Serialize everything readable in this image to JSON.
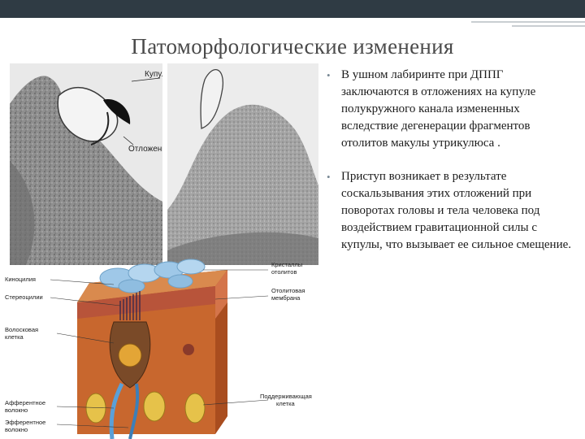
{
  "slide": {
    "title": "Патоморфологические изменения",
    "bullets": [
      "В ушном лабиринте при ДППГ заключаются в отложениях на купуле полукружного канала измененных вследствие дегенерации фрагментов отолитов макулы утрикулюса .",
      "Приступ возникает в результате соскальзывания этих отложений при поворотах головы и тела человека под воздействием гравитационной силы с купулы, что вызывает ее сильное смещение."
    ],
    "bullet_marker": "•"
  },
  "photo": {
    "labels": {
      "cupula": "Купула",
      "deposits": "Отложения"
    }
  },
  "diagram": {
    "labels": {
      "kinocilia": "Киноцилия",
      "stereocilia": "Стереоцилии",
      "hair_cell_1": "Волосковая",
      "hair_cell_2": "клетка",
      "afferent_1": "Афферентное",
      "afferent_2": "волокно",
      "efferent_1": "Эфферентное",
      "efferent_2": "волокно",
      "otoliths_1": "Кристаллы",
      "otoliths_2": "отолитов",
      "membrane_1": "Отолитовая",
      "membrane_2": "мембрана",
      "support_1": "Поддерживающая",
      "support_2": "клетка"
    }
  },
  "colors": {
    "topbar": "#2f3b44",
    "title": "#4a4a4a",
    "tissue": "#c8672e",
    "otolith": "#9fc8e8"
  }
}
